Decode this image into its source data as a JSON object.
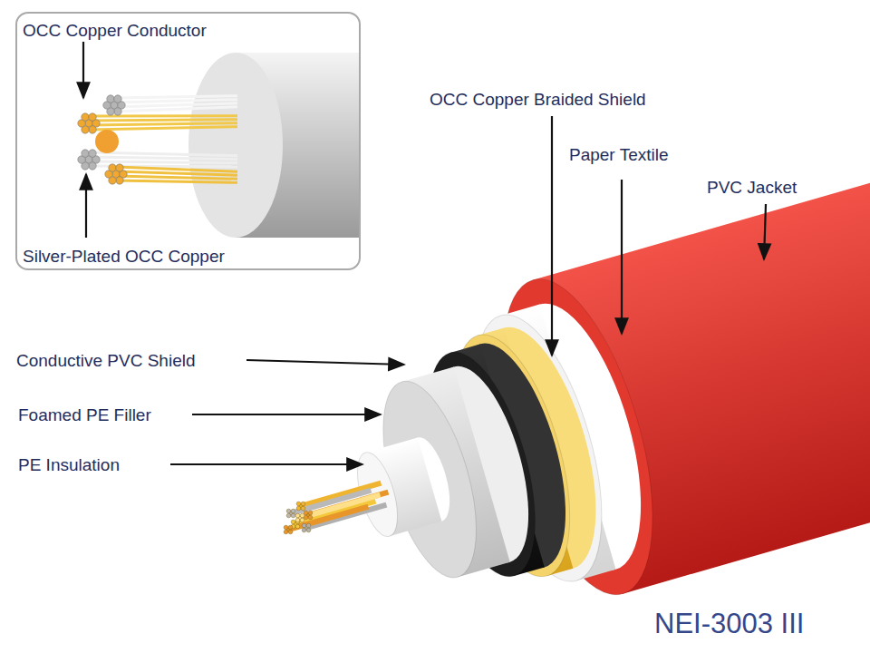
{
  "diagram": {
    "nodes": [
      {
        "text": [
          "OCC Copper Conductor",
          "Silver-Plated OCC Copper"
        ]
      }
    ],
    "labels": [
      "OCC Copper Braided Shield",
      "Paper Textile",
      "PVC Jacket",
      "Conductive PVC Shield",
      "Foamed PE Filler",
      "PE Insulation",
      "NEI-3003 III"
    ]
  }
}
